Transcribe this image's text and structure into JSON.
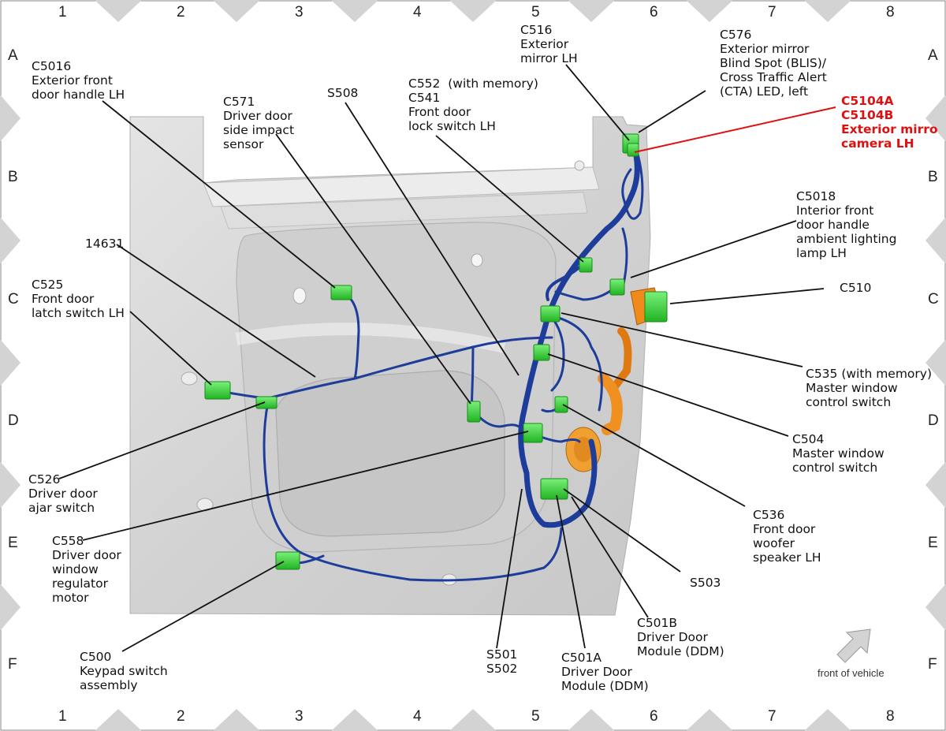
{
  "grid": {
    "columns": [
      "1",
      "2",
      "3",
      "4",
      "5",
      "6",
      "7",
      "8"
    ],
    "rows": [
      "A",
      "B",
      "C",
      "D",
      "E",
      "F"
    ]
  },
  "callouts": {
    "c5016": "C5016\nExterior front\ndoor handle LH",
    "c571": "C571\nDriver door\nside impact\nsensor",
    "s508": "S508",
    "c552": "C552  (with memory)\nC541\nFront door\nlock switch LH",
    "c516": "C516\nExterior\nmirror LH",
    "c576": "C576\nExterior mirror\nBlind Spot (BLIS)/\nCross Traffic Alert\n(CTA) LED, left",
    "c5104": "C5104A\nC5104B\nExterior mirro\ncamera LH",
    "c5018": "C5018\nInterior front\ndoor handle\nambient lighting\nlamp LH",
    "c510": "C510",
    "n14631": "14631",
    "c525": "C525\nFront door\nlatch switch LH",
    "c535": "C535 (with memory)\nMaster window\ncontrol switch",
    "c504": "C504\nMaster window\ncontrol switch",
    "c526": "C526\nDriver door\najar switch",
    "c536": "C536\nFront door\nwoofer\nspeaker LH",
    "c558": "C558\nDriver door\nwindow\nregulator\nmotor",
    "s503": "S503",
    "c501b": "C501B\nDriver Door\nModule (DDM)",
    "c501a": "C501A\nDriver Door\nModule (DDM)",
    "s501": "S501\nS502",
    "c500": "C500\nKeypad switch\nassembly"
  },
  "front_of_vehicle": "front of vehicle",
  "colors": {
    "harness": "#1e3d9a",
    "connector": "#3fdc3f",
    "highlight": "#e01010",
    "panel": "#d6d6d6"
  }
}
